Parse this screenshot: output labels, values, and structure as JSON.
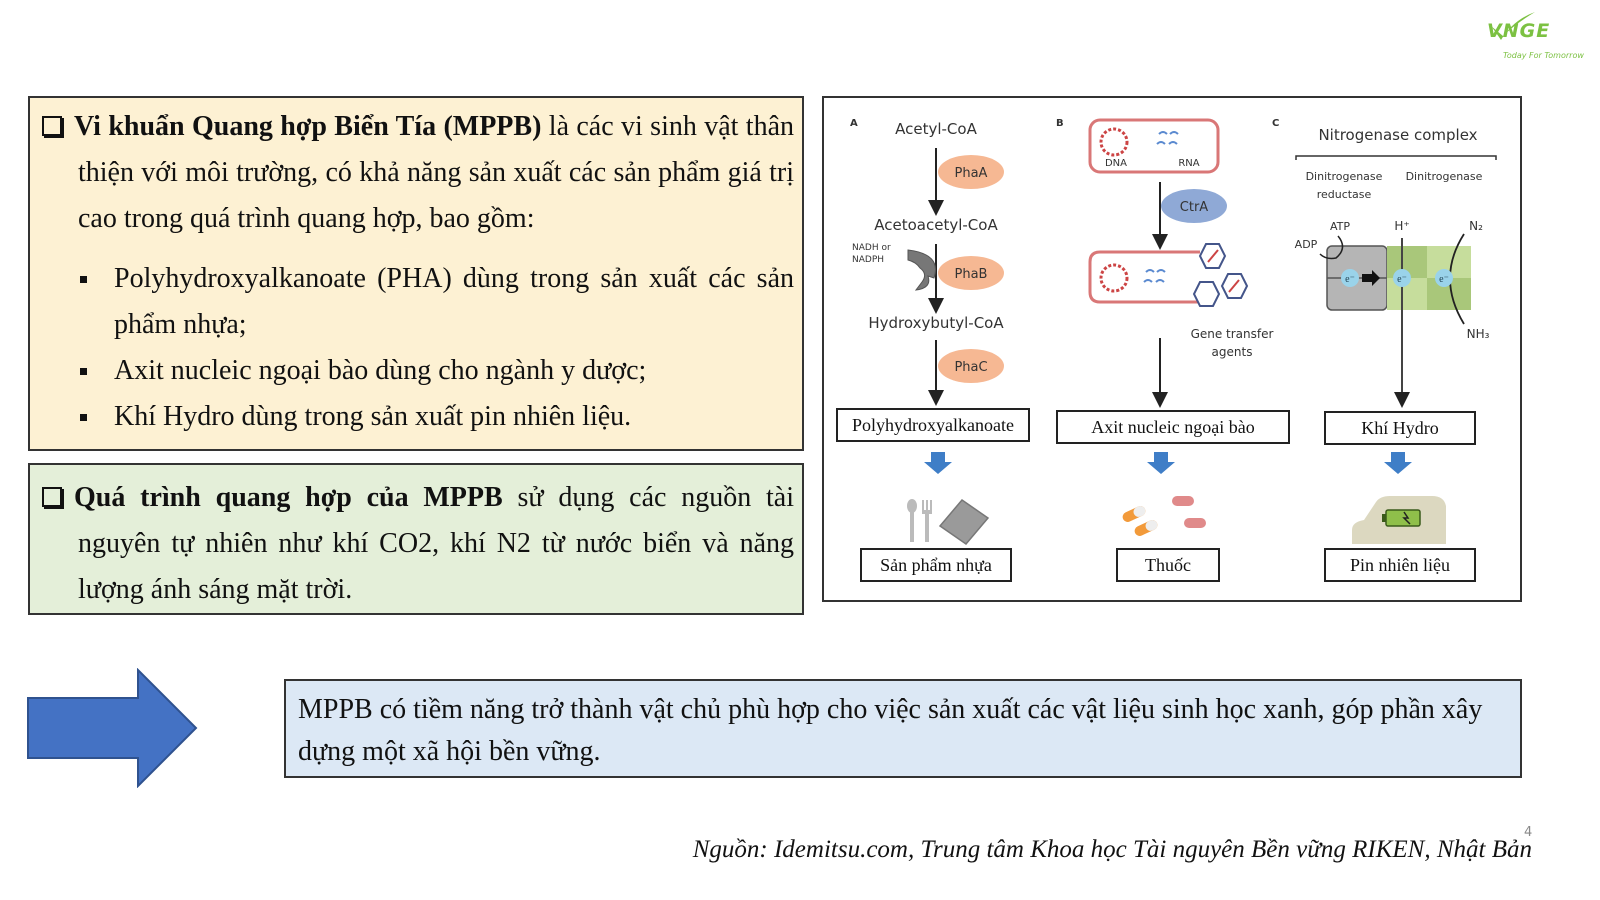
{
  "logo": {
    "mark": "VNGE",
    "tagline": "Today For Tomorrow",
    "color": "#7cc142"
  },
  "intro": {
    "bold": "Vi khuẩn Quang hợp Biển Tía (MPPB)",
    "rest": " là các vi sinh vật thân thiện với môi trường, có khả năng sản xuất các sản phẩm giá trị cao trong quá trình quang hợp, bao gồm:",
    "bullets": [
      "Polyhydroxyalkanoate (PHA) dùng trong sản xuất các sản phẩm nhựa;",
      "Axit nucleic ngoại bào dùng cho ngành y dược;",
      "Khí Hydro dùng trong sản xuất pin nhiên liệu."
    ],
    "bg_color": "#fdf1d3"
  },
  "process": {
    "bold": "Quá trình quang hợp của MPPB",
    "rest": " sử dụng các nguồn tài nguyên tự nhiên như khí CO2, khí N2 từ nước biển và năng lượng ánh sáng mặt trời.",
    "bg_color": "#e4efd9"
  },
  "figure": {
    "panel_a": {
      "letter": "A",
      "compounds": [
        "Acetyl-CoA",
        "Acetoacetyl-CoA",
        "Hydroxybutyl-CoA"
      ],
      "enzymes": [
        "PhaA",
        "PhaB",
        "PhaC"
      ],
      "cofactor_line1": "NADH or",
      "cofactor_line2": "NADPH",
      "product": "Polyhydroxyalkanoate",
      "application": "Sản phẩm nhựa",
      "application_icon": "cutlery-and-plastic-icon"
    },
    "panel_b": {
      "letter": "B",
      "dna_label": "DNA",
      "rna_label": "RNA",
      "enzyme": "CtrA",
      "gta_line1": "Gene transfer",
      "gta_line2": "agents",
      "product": "Axit nucleic ngoại bào",
      "application": "Thuốc",
      "application_icon": "pills-icon"
    },
    "panel_c": {
      "letter": "C",
      "title": "Nitrogenase complex",
      "sub_left_line1": "Dinitrogenase",
      "sub_left_line2": "reductase",
      "sub_right": "Dinitrogenase",
      "atp": "ATP",
      "adp": "ADP",
      "h_plus": "H⁺",
      "n2": "N₂",
      "nh3": "NH₃",
      "electron": "e⁻",
      "product": "Khí Hydro",
      "application": "Pin nhiên liệu",
      "application_icon": "car-battery-icon"
    },
    "enzyme_color_a": "#f6b893",
    "enzyme_color_b": "#8fa9d6",
    "down_arrow_color": "#3f7ec7"
  },
  "conclusion": {
    "text": "MPPB có tiềm năng trở thành vật chủ phù hợp cho việc sản xuất các vật liệu sinh học xanh, góp phần xây dựng một xã hội bền vững.",
    "arrow_color": "#4472c4",
    "bg_color": "#dce8f5"
  },
  "source": "Nguồn: Idemitsu.com, Trung tâm Khoa học Tài nguyên Bền vững RIKEN, Nhật Bản",
  "page_number": "4"
}
